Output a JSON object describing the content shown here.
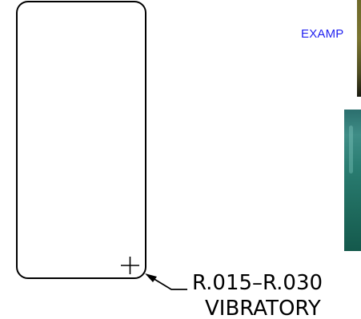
{
  "drawing": {
    "callout_line1": "R.015–R.030",
    "callout_line2": "VIBRATORY"
  },
  "side_panel": {
    "example_label": "EXAMP"
  },
  "colors": {
    "link_blue": "#1f1ff0",
    "line": "#000000"
  },
  "icons": {
    "center_mark": "crosshair-icon",
    "leader_arrow": "arrowhead-icon"
  }
}
